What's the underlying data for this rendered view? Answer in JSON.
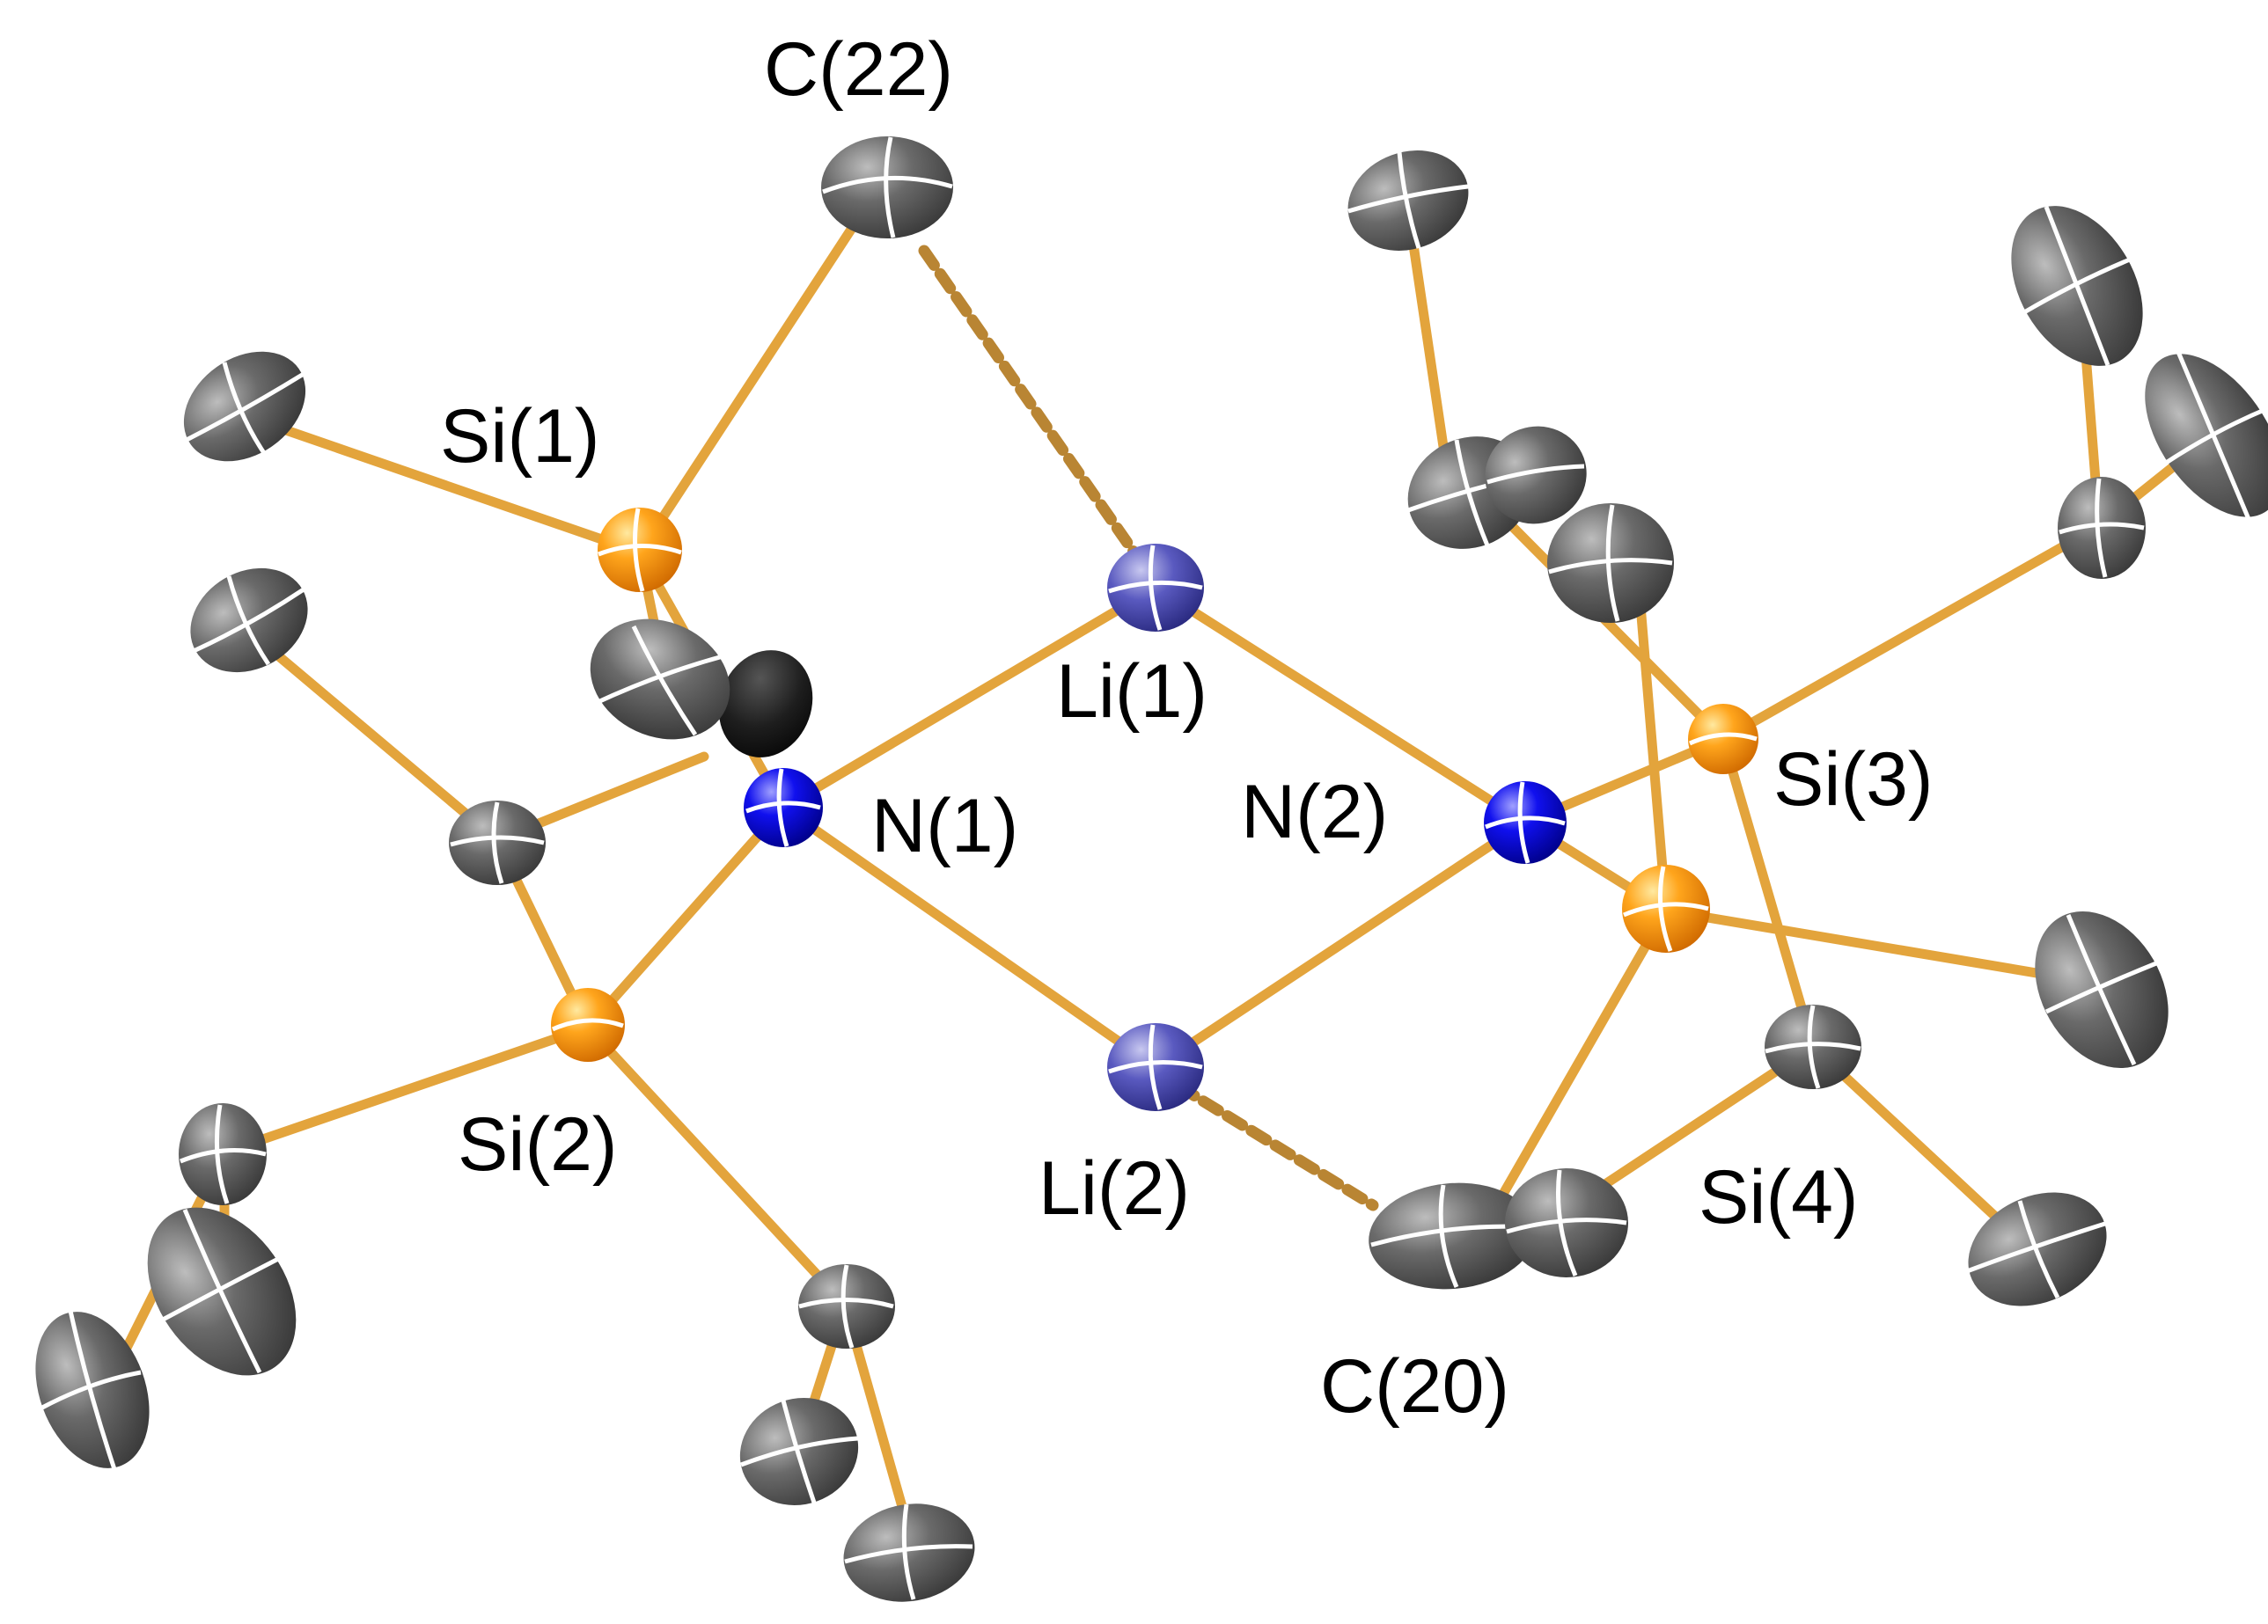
{
  "figure": {
    "labels": {
      "c22": "C(22)",
      "si1": "Si(1)",
      "li1": "Li(1)",
      "n1": "N(1)",
      "n2": "N(2)",
      "si3": "Si(3)",
      "si2": "Si(2)",
      "li2": "Li(2)",
      "si4": "Si(4)",
      "c20": "C(20)"
    },
    "colors": {
      "bond": "#e3a43c",
      "bond_dark": "#b07a22",
      "carbon": "#5a5a5a",
      "nitrogen": "#1a1aff",
      "lithium": "#5c5cc8",
      "silicon": "#ff9a10",
      "axis_line": "#ffffff"
    }
  }
}
